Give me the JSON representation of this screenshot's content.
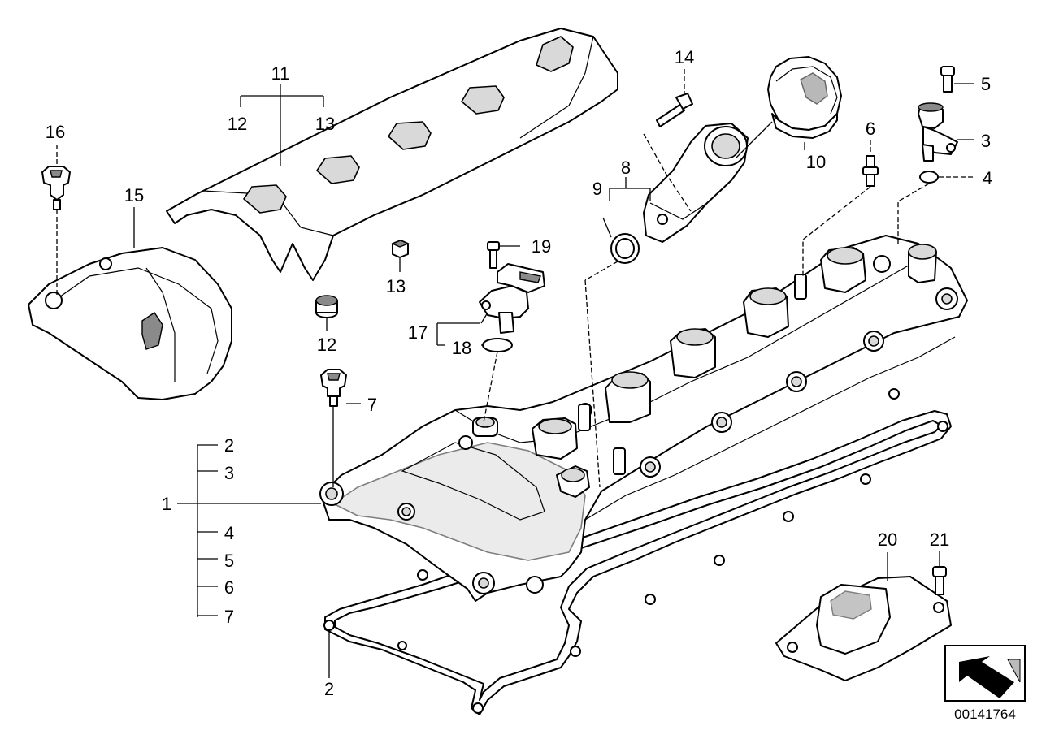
{
  "labels": {
    "l1": "1",
    "l2a": "2",
    "l2b": "2",
    "l3a": "3",
    "l3b": "3",
    "l4a": "4",
    "l4b": "4",
    "l5a": "5",
    "l5b": "5",
    "l6a": "6",
    "l6b": "6",
    "l7a": "7",
    "l7b": "7",
    "l8": "8",
    "l9": "9",
    "l10": "10",
    "l11": "11",
    "l12a": "12",
    "l12b": "12",
    "l13a": "13",
    "l13b": "13",
    "l14": "14",
    "l15": "15",
    "l16": "16",
    "l17": "17",
    "l18": "18",
    "l19": "19",
    "l20": "20",
    "l21": "21"
  },
  "diagram_code": "00141764"
}
